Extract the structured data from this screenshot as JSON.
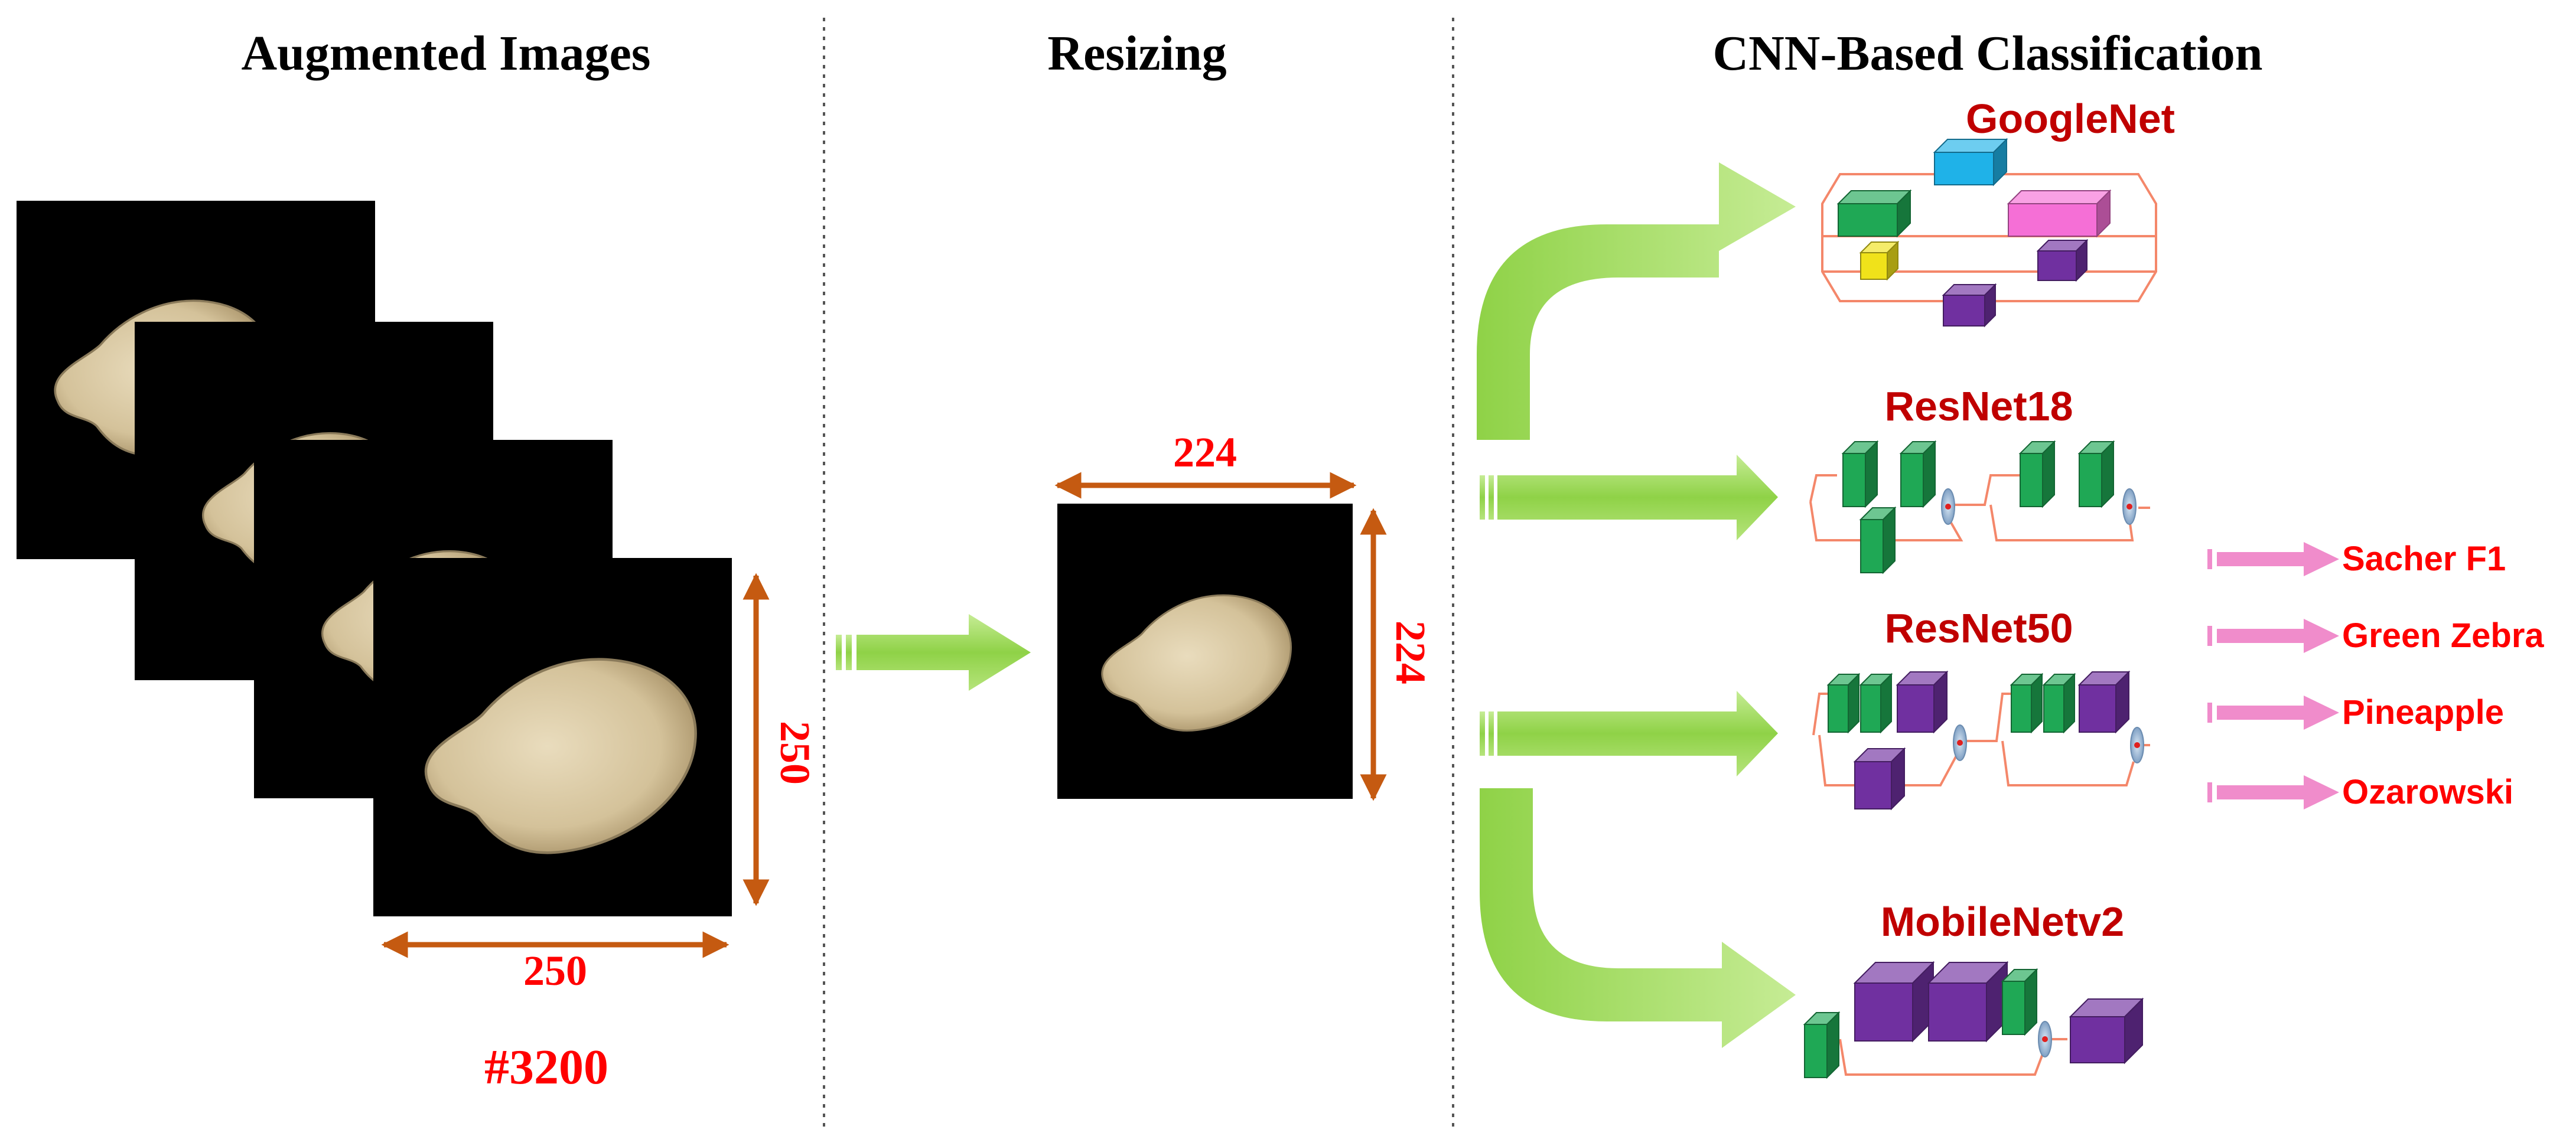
{
  "headers": {
    "augmented": "Augmented Images",
    "resizing": "Resizing",
    "classification": "CNN-Based Classification"
  },
  "dimensions": {
    "input_width": "250",
    "input_height": "250",
    "resized_width": "224",
    "resized_height": "224"
  },
  "image_count": "#3200",
  "models": [
    "GoogleNet",
    "ResNet18",
    "ResNet50",
    "MobileNetv2"
  ],
  "classes": [
    "Sacher F1",
    "Green Zebra",
    "Pineapple",
    "Ozarowski"
  ],
  "colors": {
    "header_text": "#000000",
    "model_label": "#C00000",
    "dimension_text": "#FF0000",
    "dimension_arrow": "#C55A11",
    "flow_arrow": "#92D050",
    "class_arrow": "#F08CCB",
    "block_green": "#1FA855",
    "block_purple": "#7030A0",
    "block_blue": "#1FB2E8",
    "block_pink": "#F56FD6",
    "block_yellow": "#F0E21A",
    "connector": "#F4876A"
  }
}
